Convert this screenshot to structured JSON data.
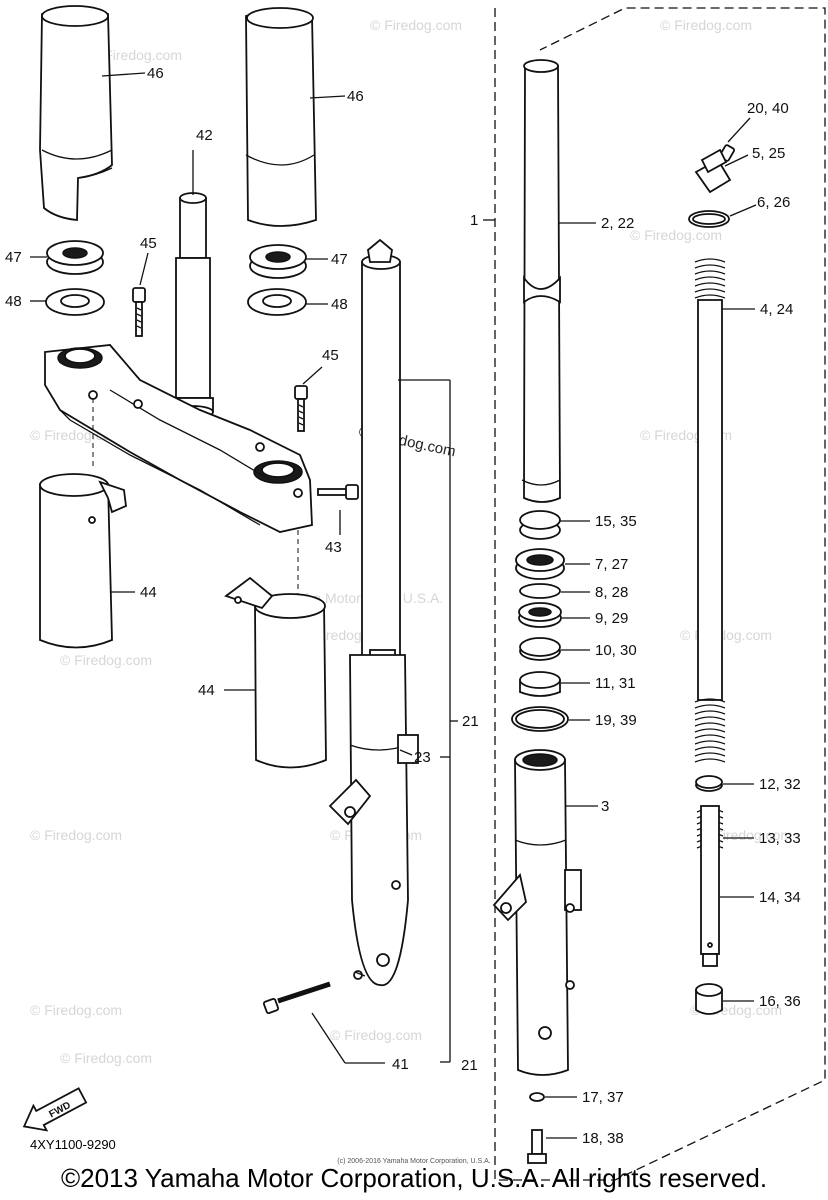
{
  "figure_code": "4XY1100-9290",
  "copyright": "©2013 Yamaha Motor Corporation, U.S.A. All rights reserved.",
  "copyright_small": "(c) 2006-2016 Yamaha Motor Corporation, U.S.A.",
  "watermark_firedog": "© Firedog.com",
  "watermark_yamaha": "Yamaha Motor Corp. U.S.A.",
  "fwd_label": "FWD",
  "callouts": {
    "c46a": "46",
    "c46b": "46",
    "c42": "42",
    "c45a": "45",
    "c45b": "45",
    "c47a": "47",
    "c47b": "47",
    "c48a": "48",
    "c48b": "48",
    "c43": "43",
    "c44a": "44",
    "c44b": "44",
    "c21a": "21",
    "c21b": "21",
    "c23": "23",
    "c41": "41",
    "c1": "1",
    "c2": "2, 22",
    "c15": "15, 35",
    "c7": "7, 27",
    "c8": "8, 28",
    "c9": "9, 29",
    "c10": "10, 30",
    "c11": "11, 31",
    "c19": "19, 39",
    "c3": "3",
    "c17": "17, 37",
    "c18": "18, 38",
    "c20": "20, 40",
    "c5": "5, 25",
    "c6": "6, 26",
    "c4": "4, 24",
    "c12": "12, 32",
    "c13": "13, 33",
    "c14": "14, 34",
    "c16": "16, 36"
  }
}
